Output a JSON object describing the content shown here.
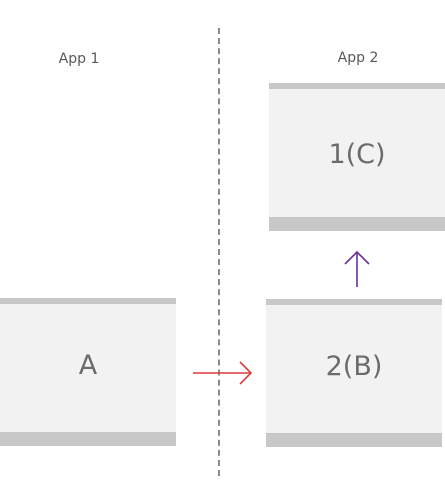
{
  "apps": [
    {
      "label": "App 1"
    },
    {
      "label": "App 2"
    }
  ],
  "boxes": {
    "a": {
      "label": "A"
    },
    "b": {
      "label": "2(B)"
    },
    "c": {
      "label": "1(C)"
    }
  },
  "colors": {
    "box_fill": "#f2f2f2",
    "box_bar": "#c8c8c8",
    "divider": "#8a8a8a",
    "arrow_right": "#e03a3a",
    "arrow_up": "#6b2fa0"
  },
  "icons": {
    "transfer_arrow": "arrow-right-icon",
    "stack_arrow": "arrow-up-icon"
  }
}
